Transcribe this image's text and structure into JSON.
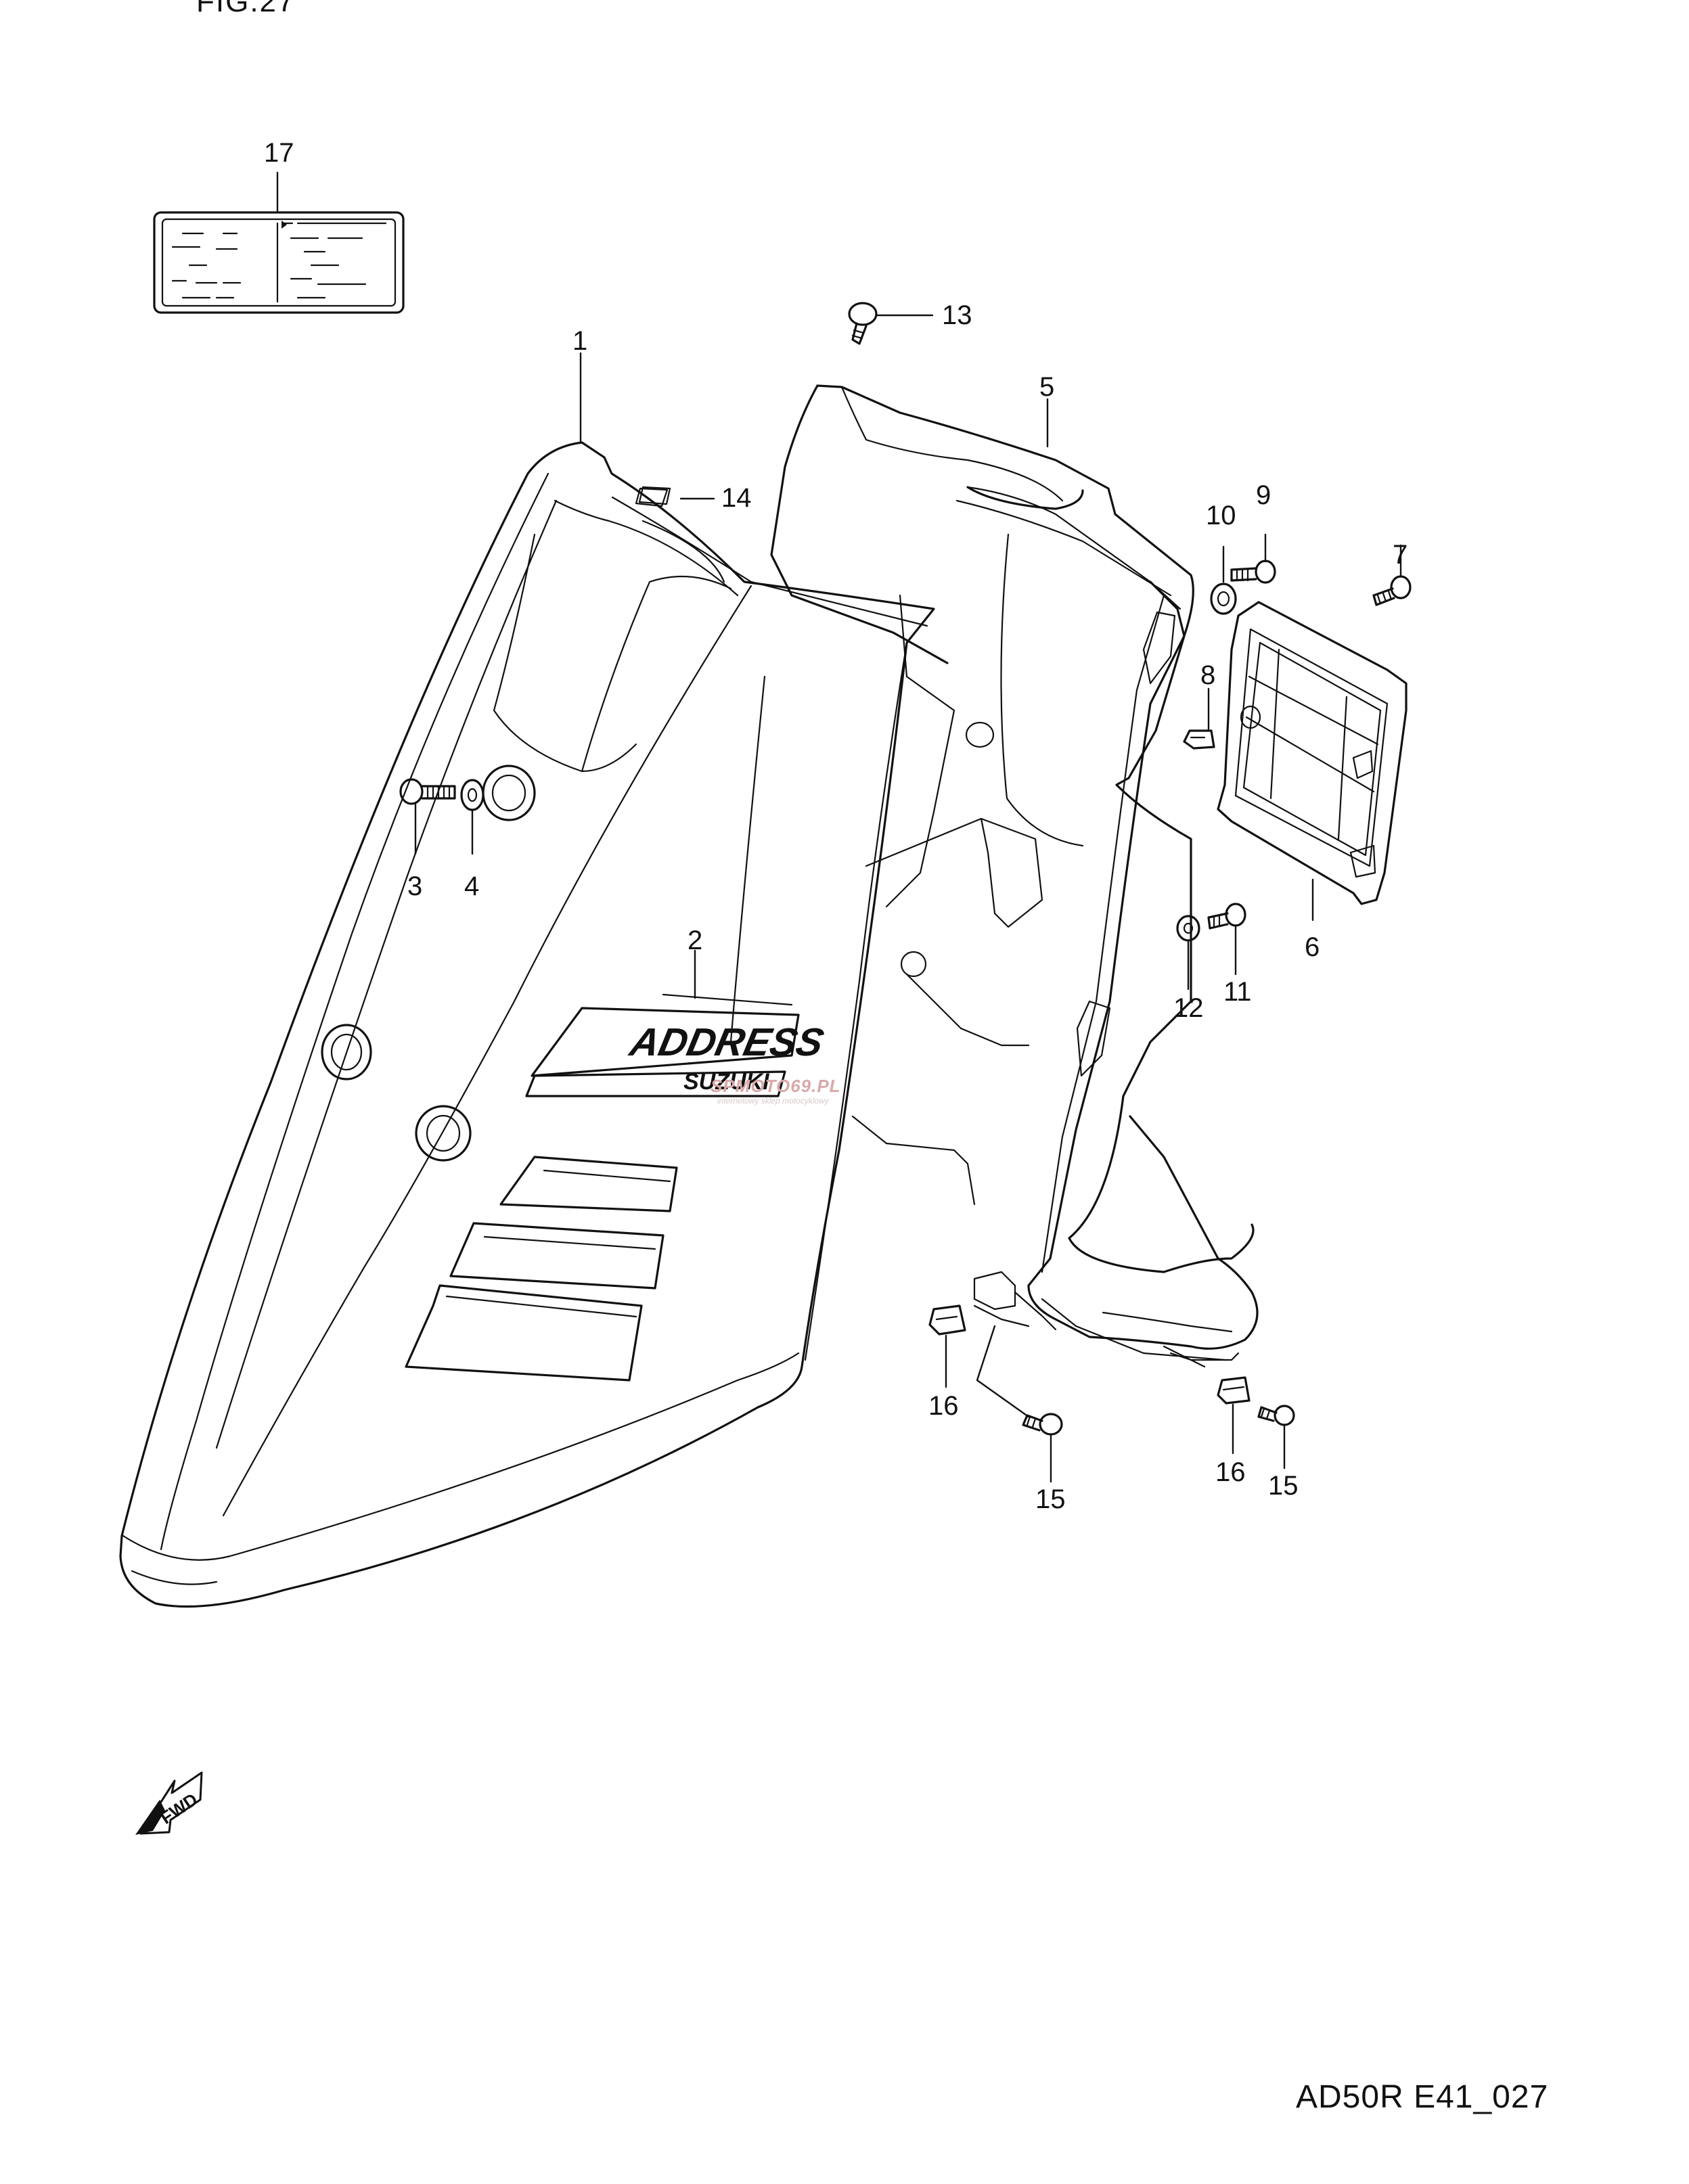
{
  "diagram": {
    "figure_header_fragment": "FIG.27",
    "drawing_code": "AD50R E41_027",
    "callouts": [
      {
        "id": "17",
        "label": "17"
      },
      {
        "id": "1",
        "label": "1"
      },
      {
        "id": "13",
        "label": "13"
      },
      {
        "id": "5",
        "label": "5"
      },
      {
        "id": "14",
        "label": "14"
      },
      {
        "id": "10",
        "label": "10"
      },
      {
        "id": "9",
        "label": "9"
      },
      {
        "id": "7",
        "label": "7"
      },
      {
        "id": "8",
        "label": "8"
      },
      {
        "id": "3",
        "label": "3"
      },
      {
        "id": "4",
        "label": "4"
      },
      {
        "id": "2",
        "label": "2"
      },
      {
        "id": "6",
        "label": "6"
      },
      {
        "id": "12",
        "label": "12"
      },
      {
        "id": "11",
        "label": "11"
      },
      {
        "id": "16a",
        "label": "16"
      },
      {
        "id": "15a",
        "label": "15"
      },
      {
        "id": "16b",
        "label": "16"
      },
      {
        "id": "15b",
        "label": "15"
      }
    ],
    "emblem_text": "ADDRESS",
    "emblem_subtext": "SUZUKI",
    "fwd_arrow_label": "FWD",
    "watermark": "SPMOTO69.PL",
    "watermark_sub": "internetowy sklep motocyklowy"
  },
  "colors": {
    "line": "#111111",
    "background": "#ffffff",
    "watermark": "#d9a9a9"
  }
}
